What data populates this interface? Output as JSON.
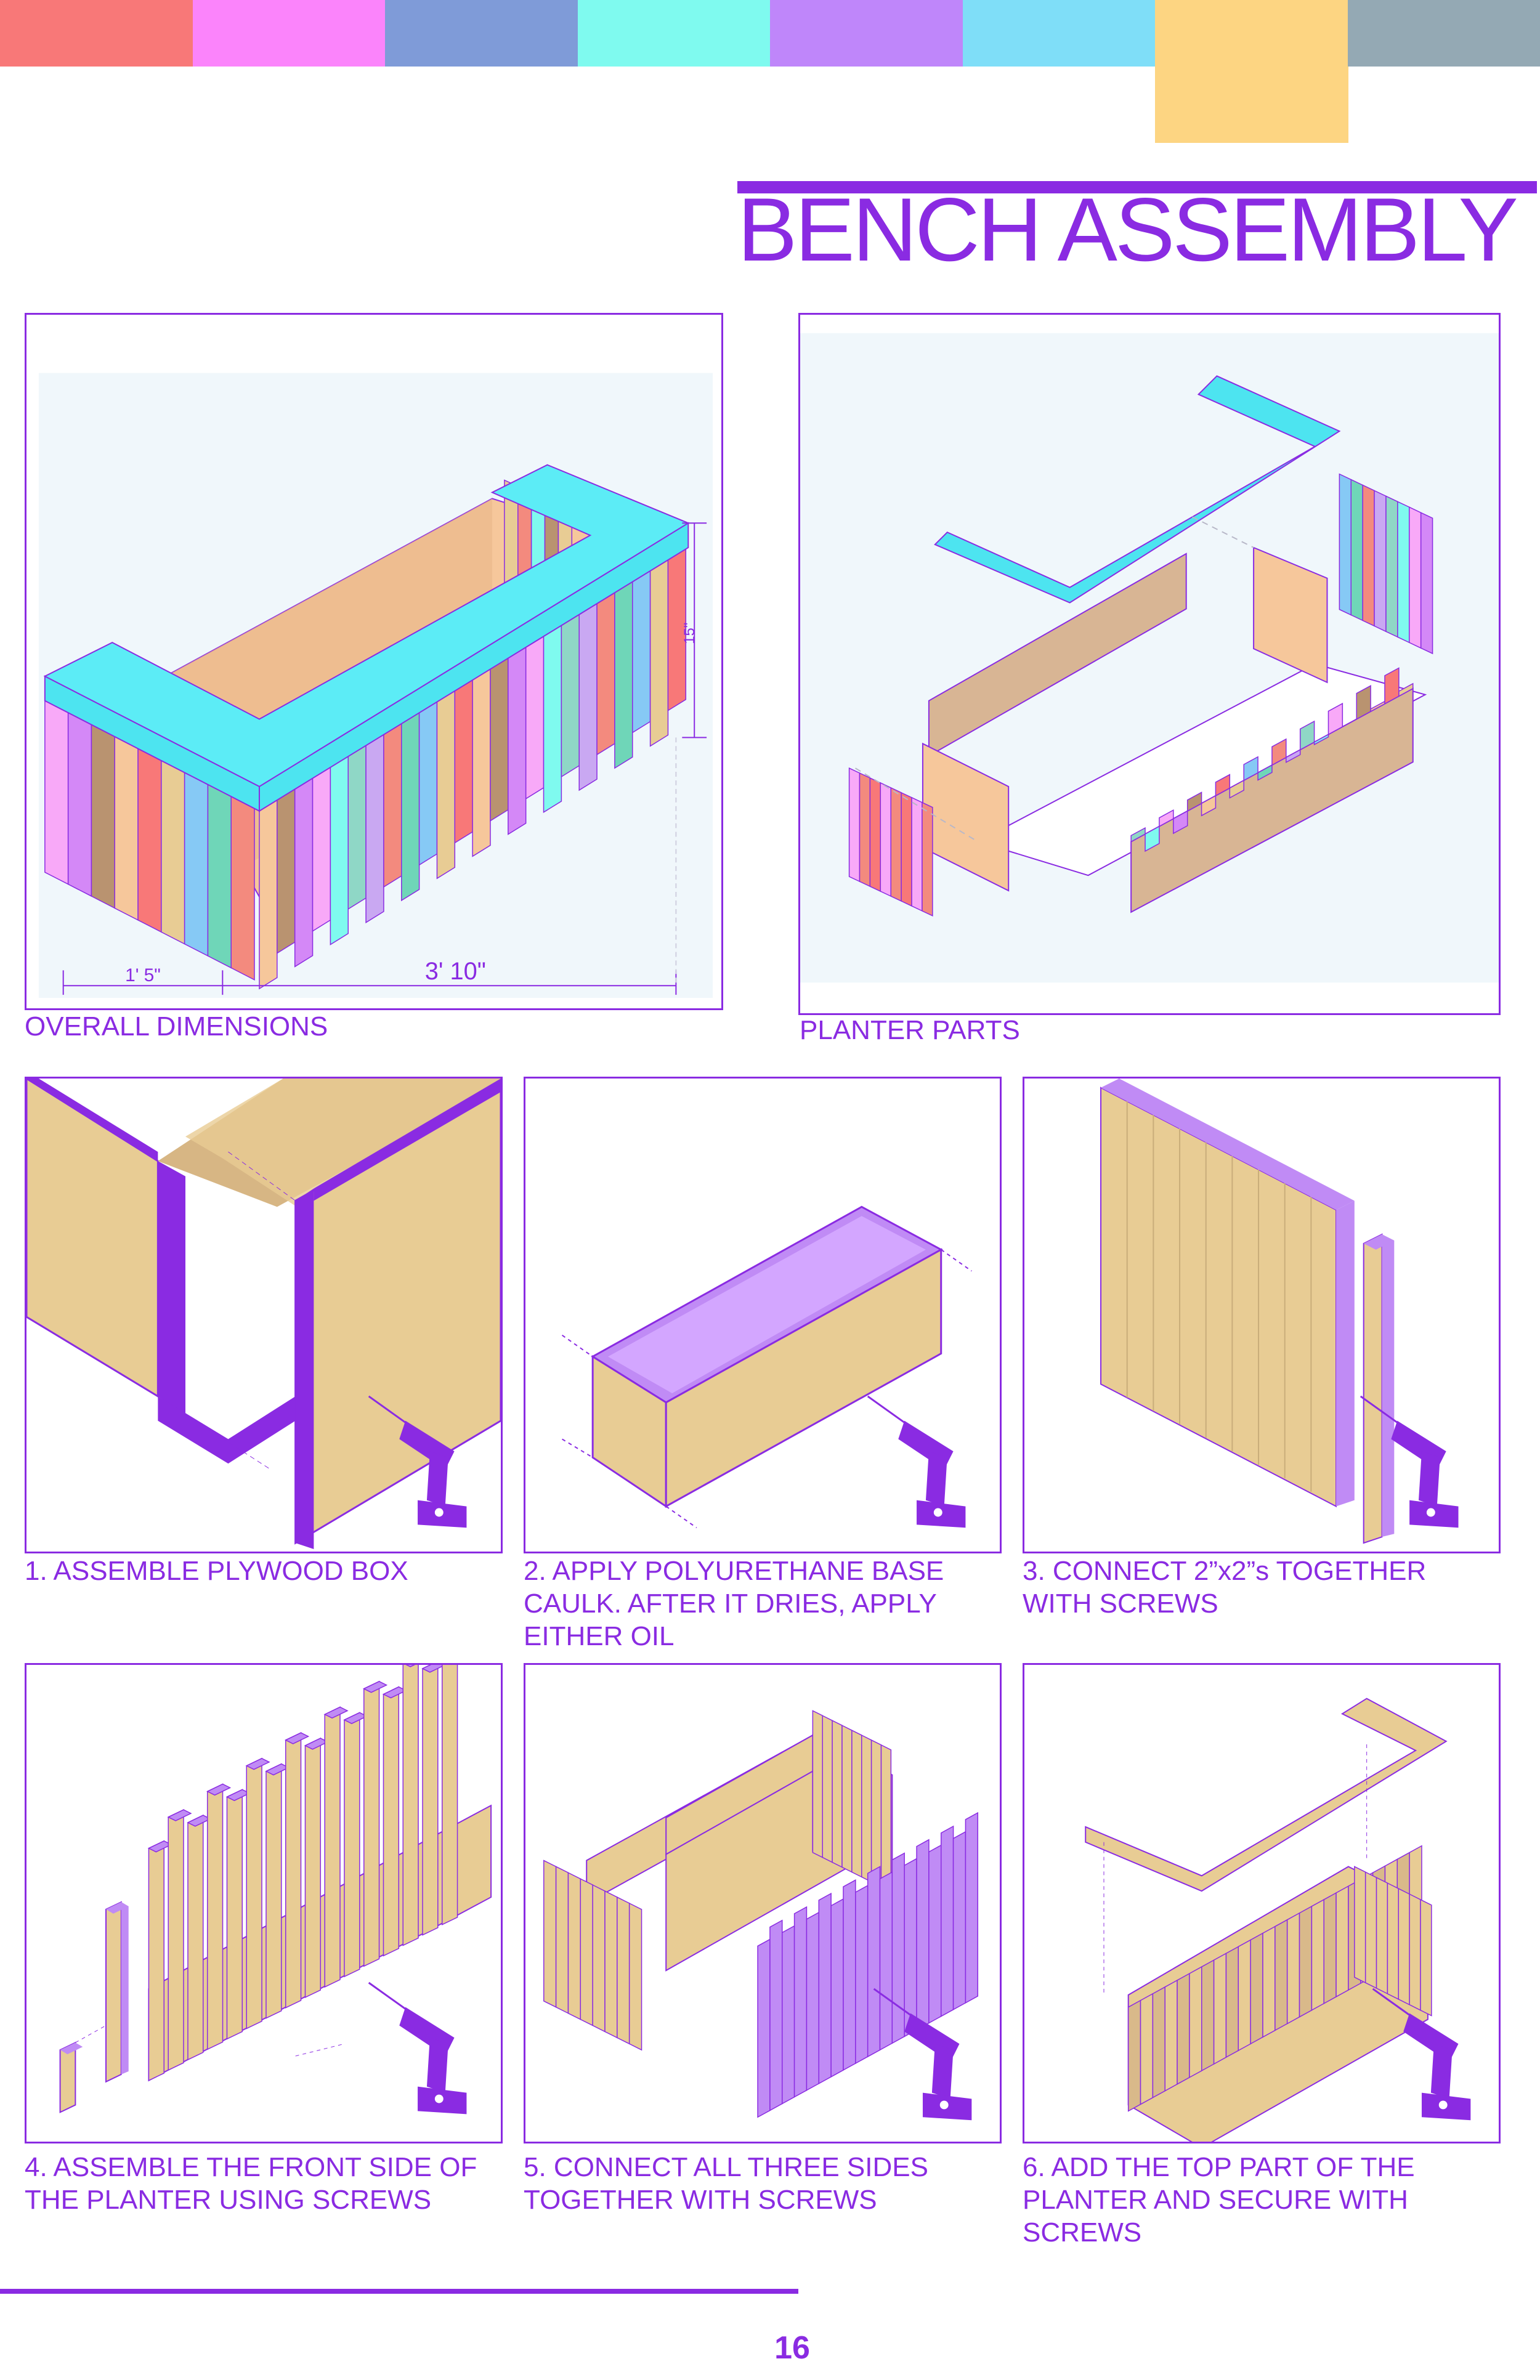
{
  "header": {
    "title": "BENCH ASSEMBLY",
    "swatches": [
      "#f87878",
      "#fb84fb",
      "#7f9bd8",
      "#7ffaef",
      "#bf86fa",
      "#7fdef8",
      "#fdd582",
      "#94a9b4"
    ]
  },
  "overview": {
    "caption": "OVERALL DIMENSIONS",
    "dim_width": "1' 5\"",
    "dim_length": "3' 10\"",
    "dim_height": "15\""
  },
  "parts": {
    "caption": "PLANTER PARTS"
  },
  "steps": [
    {
      "caption": "1. ASSEMBLE PLYWOOD BOX"
    },
    {
      "caption": "2. APPLY POLYURETHANE BASE\nCAULK. AFTER IT DRIES, APPLY\nEITHER OIL"
    },
    {
      "caption": "3. CONNECT 2”x2”s TOGETHER\nWITH SCREWS"
    },
    {
      "caption": "4. ASSEMBLE THE FRONT SIDE OF\nTHE PLANTER USING SCREWS"
    },
    {
      "caption": "5. CONNECT ALL THREE SIDES\nTOGETHER WITH SCREWS"
    },
    {
      "caption": "6. ADD THE TOP PART OF THE\nPLANTER AND SECURE WITH\nSCREWS"
    }
  ],
  "footer": {
    "page_number": "16"
  },
  "colors": {
    "accent": "#8a2be2",
    "wood": "#e8cc94",
    "top": "#4de4f0",
    "interior": "#f6c79b"
  }
}
